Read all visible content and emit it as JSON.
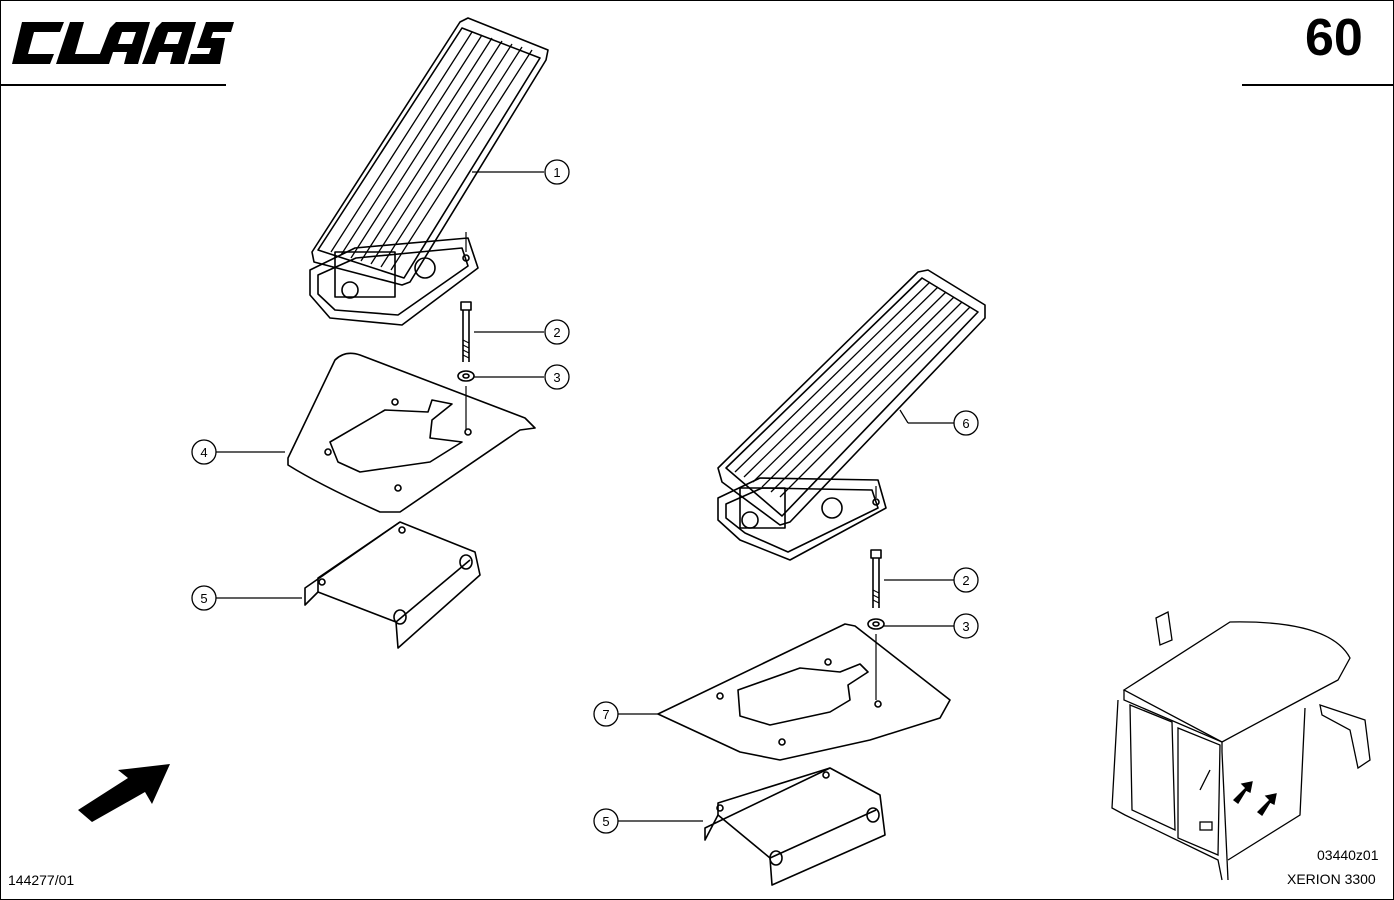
{
  "header": {
    "brand": "CLAAS",
    "page_number": "60"
  },
  "footer": {
    "drawing_ref": "144277/01",
    "part_code": "03440z01",
    "model": "XERION 3300"
  },
  "callouts": [
    "1",
    "2",
    "3",
    "4",
    "5",
    "6",
    "2",
    "3",
    "7",
    "5"
  ],
  "icons": {
    "logo": "claas-logo",
    "direction": "forward-arrow-icon",
    "locator": "cab-locator-icon"
  }
}
